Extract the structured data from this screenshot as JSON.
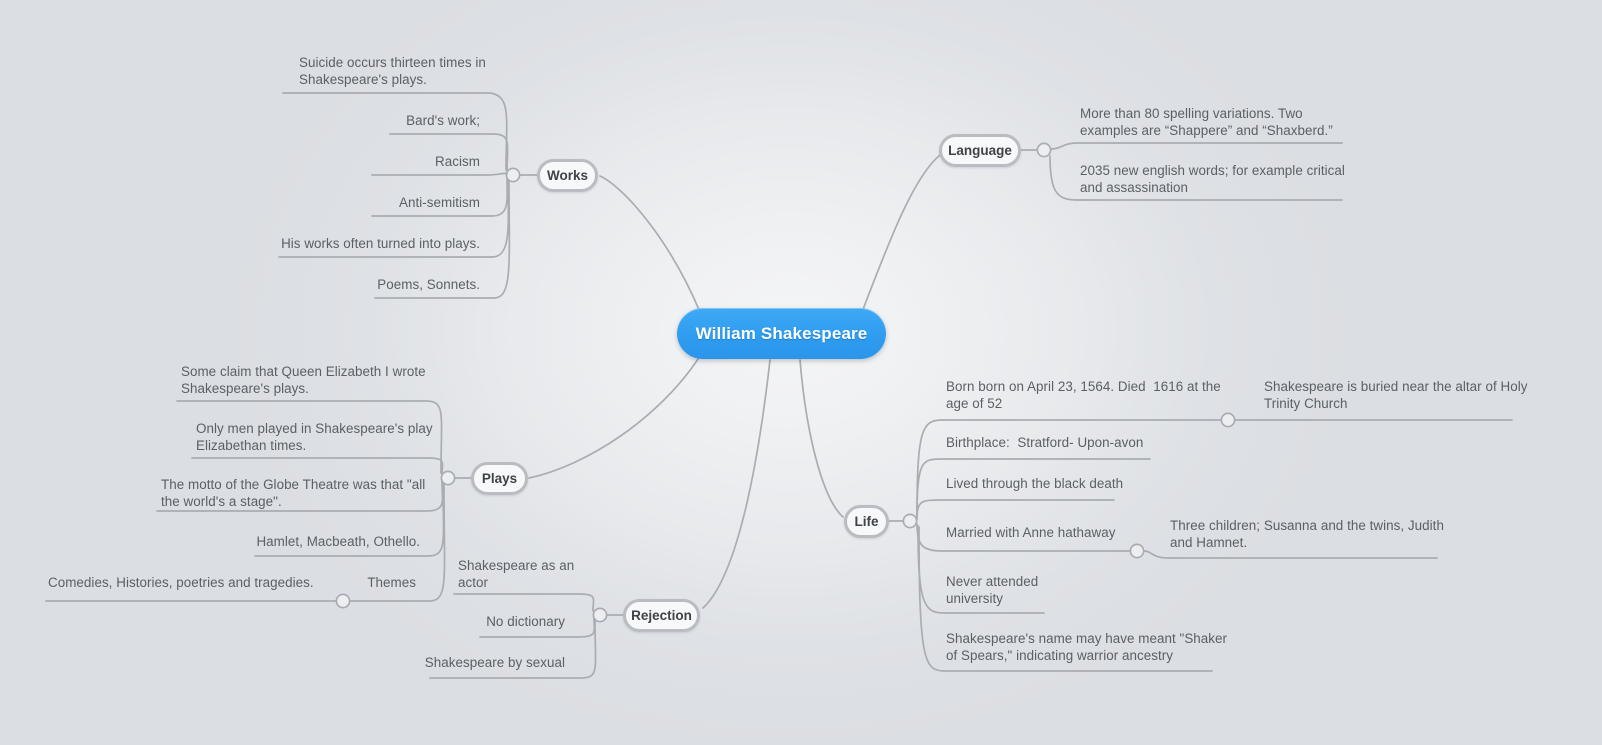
{
  "title": "William Shakespeare Mind Map",
  "theme": {
    "background_edge": "#dcdfe3",
    "background_center": "#f4f5f6",
    "center_node_fill": "#2f9cf0",
    "center_node_text": "#ffffff",
    "branch_node_fill": "#f7f8f9",
    "branch_node_border": "#b9bdc1",
    "branch_node_text": "#3e4347",
    "leaf_text": "#5b6064",
    "wire": "#a9adb1"
  },
  "center": {
    "label": "William Shakespeare"
  },
  "branches": [
    {
      "id": "works",
      "label": "Works",
      "side": "left",
      "leaves": [
        {
          "id": "works-suicide",
          "text": "Suicide occurs thirteen times in\nShakespeare's plays."
        },
        {
          "id": "works-bard",
          "text": "Bard's work;"
        },
        {
          "id": "works-racism",
          "text": "Racism"
        },
        {
          "id": "works-anti",
          "text": "Anti-semitism"
        },
        {
          "id": "works-turned",
          "text": "His works often turned into plays."
        },
        {
          "id": "works-poems",
          "text": "Poems, Sonnets."
        }
      ]
    },
    {
      "id": "language",
      "label": "Language",
      "side": "right",
      "leaves": [
        {
          "id": "lang-spelling",
          "text": "More than 80 spelling variations. Two\nexamples are “Shappere” and “Shaxberd.”"
        },
        {
          "id": "lang-words",
          "text": "2035 new english words; for example critical\nand assassination"
        }
      ]
    },
    {
      "id": "plays",
      "label": "Plays",
      "side": "left",
      "leaves": [
        {
          "id": "plays-queen",
          "text": "Some claim that Queen Elizabeth I wrote\nShakespeare's plays."
        },
        {
          "id": "plays-onlymen",
          "text": "Only men played in Shakespeare's play\nElizabethan times."
        },
        {
          "id": "plays-motto",
          "text": "The motto of the Globe Theatre was that \"all\nthe world's a stage\"."
        },
        {
          "id": "plays-titles",
          "text": "Hamlet, Macbeath, Othello."
        },
        {
          "id": "plays-themes",
          "text": "Themes"
        },
        {
          "id": "plays-themes-sub",
          "text": "Comedies, Histories, poetries and tragedies."
        }
      ]
    },
    {
      "id": "rejection",
      "label": "Rejection",
      "side": "left",
      "leaves": [
        {
          "id": "rej-actor",
          "text": "Shakespeare as an\nactor"
        },
        {
          "id": "rej-nodict",
          "text": "No dictionary"
        },
        {
          "id": "rej-sexual",
          "text": "Shakespeare by sexual"
        }
      ]
    },
    {
      "id": "life",
      "label": "Life",
      "side": "right",
      "leaves": [
        {
          "id": "life-born",
          "text": "Born born on April 23, 1564. Died  1616 at the\nage of 52"
        },
        {
          "id": "life-born-sub",
          "text": "Shakespeare is buried near the altar of Holy\nTrinity Church"
        },
        {
          "id": "life-birthplace",
          "text": "Birthplace:  Stratford- Upon-avon"
        },
        {
          "id": "life-blackdeath",
          "text": "Lived through the black death"
        },
        {
          "id": "life-married",
          "text": "Married with Anne hathaway"
        },
        {
          "id": "life-children",
          "text": "Three children; Susanna and the twins, Judith\nand Hamnet."
        },
        {
          "id": "life-university",
          "text": "Never attended\nuniversity"
        },
        {
          "id": "life-name",
          "text": "Shakespeare's name may have meant \"Shaker\nof Spears,\" indicating warrior ancestry"
        }
      ]
    }
  ]
}
